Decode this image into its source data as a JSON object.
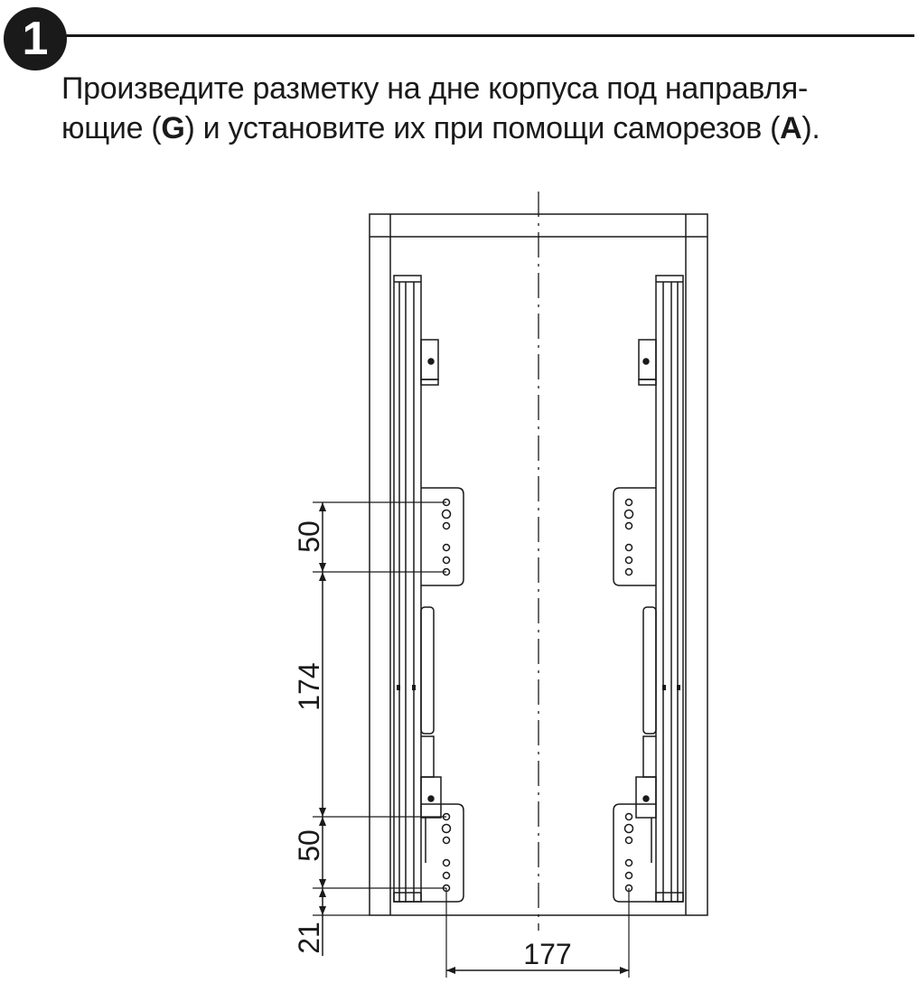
{
  "step": {
    "number": "1"
  },
  "instruction": {
    "line1": "Произведите разметку на дне корпуса под направля-",
    "line2_part1": "ющие (",
    "label_g": "G",
    "line2_part2": ") и установите их при помощи саморезов (",
    "label_a": "A",
    "line2_part3": ")."
  },
  "dimensions": {
    "top_spacing": "50",
    "middle_spacing": "174",
    "bottom_spacing": "50",
    "edge_offset": "21",
    "rail_distance": "177"
  },
  "colors": {
    "ink": "#1a1a1a",
    "paper": "#ffffff"
  }
}
